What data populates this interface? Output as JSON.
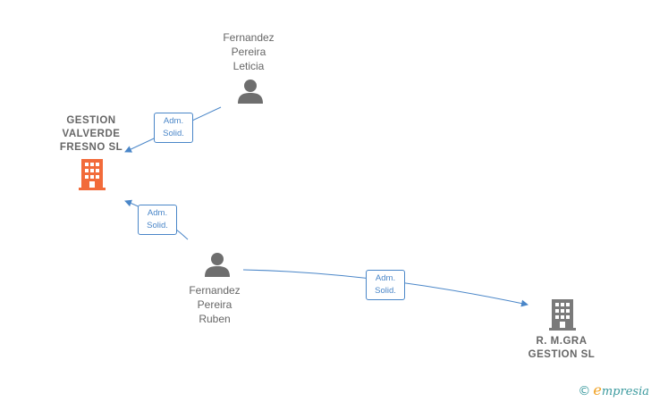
{
  "nodes": {
    "leticia": {
      "type": "person",
      "lines": [
        "Fernandez",
        "Pereira",
        "Leticia"
      ],
      "icon": "person-icon"
    },
    "ruben": {
      "type": "person",
      "lines": [
        "Fernandez",
        "Pereira",
        "Ruben"
      ],
      "icon": "person-icon"
    },
    "gestion_valverde": {
      "type": "company",
      "lines": [
        "GESTION",
        "VALVERDE",
        "FRESNO  SL"
      ],
      "icon": "building-icon",
      "color": "#f26b3a"
    },
    "rmgra": {
      "type": "company",
      "lines": [
        "R. M.GRA",
        "GESTION  SL"
      ],
      "icon": "building-icon",
      "color": "#7a7a7a"
    }
  },
  "relations": [
    {
      "from": "leticia",
      "to": "gestion_valverde",
      "lines": [
        "Adm.",
        "Solid."
      ]
    },
    {
      "from": "ruben",
      "to": "gestion_valverde",
      "lines": [
        "Adm.",
        "Solid."
      ]
    },
    {
      "from": "ruben",
      "to": "rmgra",
      "lines": [
        "Adm.",
        "Solid."
      ]
    }
  ],
  "colors": {
    "edge": "#4a86c8",
    "person": "#6e6e6e",
    "label": "#666666"
  },
  "watermark": {
    "symbol": "©",
    "brand_initial": "e",
    "brand_rest": "mpresia"
  }
}
